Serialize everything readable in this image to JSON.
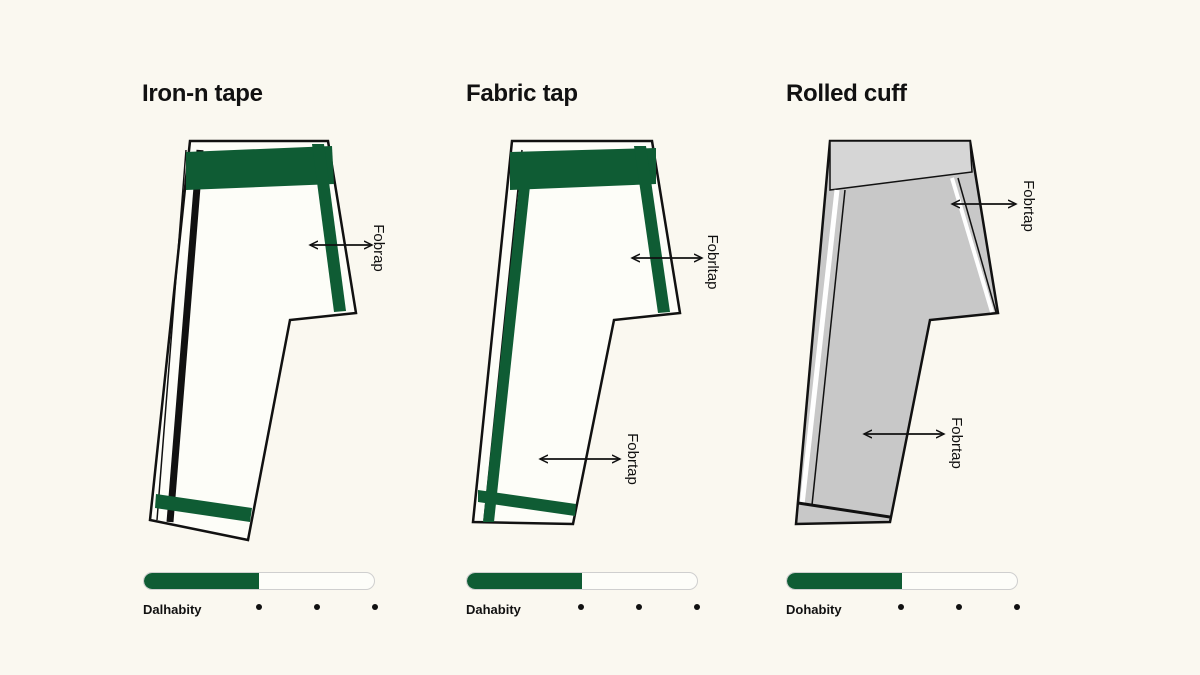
{
  "colors": {
    "background": "#faf8f0",
    "tape_green": "#0f5c34",
    "cuff_gray": "#c8c8c8",
    "outline": "#111111"
  },
  "panels": [
    {
      "title": "Iron-n tape",
      "labels": [
        "Fobrap"
      ],
      "metric_label": "Dalhabity",
      "metric_level": 0.5
    },
    {
      "title": "Fabric tap",
      "labels": [
        "Fobrltap",
        "Fobrtap"
      ],
      "metric_label": "Dahabity",
      "metric_level": 0.5
    },
    {
      "title": "Rolled cuff",
      "labels": [
        "Fobrtap",
        "Fobrtap"
      ],
      "metric_label": "Dohabity",
      "metric_level": 0.5
    }
  ]
}
